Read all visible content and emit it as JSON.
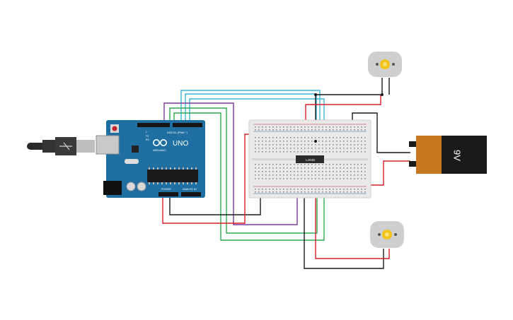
{
  "arduino": {
    "brand": "ARDUINO",
    "model": "UNO",
    "digital_label": "DIGITAL (PWM ~)",
    "power_label": "POWER",
    "analog_label": "ANALOG IN",
    "tx_label": "TX",
    "rx_label": "RX",
    "l_label": "L"
  },
  "chip": {
    "label": "L293D"
  },
  "battery": {
    "label": "9V"
  },
  "colors": {
    "arduino_board": "#1f6fa3",
    "breadboard": "#e9e9e9",
    "wire_red": "#d32027",
    "wire_black": "#1a1a1a",
    "wire_cyan": "#38b6d8",
    "wire_green": "#2fa84f",
    "wire_purple": "#7b3aa0",
    "battery_body": "#c7771f",
    "battery_top": "#1a1a1a",
    "motor_shaft": "#f2c318"
  },
  "icons": [
    "usb-plug-icon",
    "arduino-infinity-logo-icon",
    "dc-motor-icon",
    "battery-icon"
  ]
}
